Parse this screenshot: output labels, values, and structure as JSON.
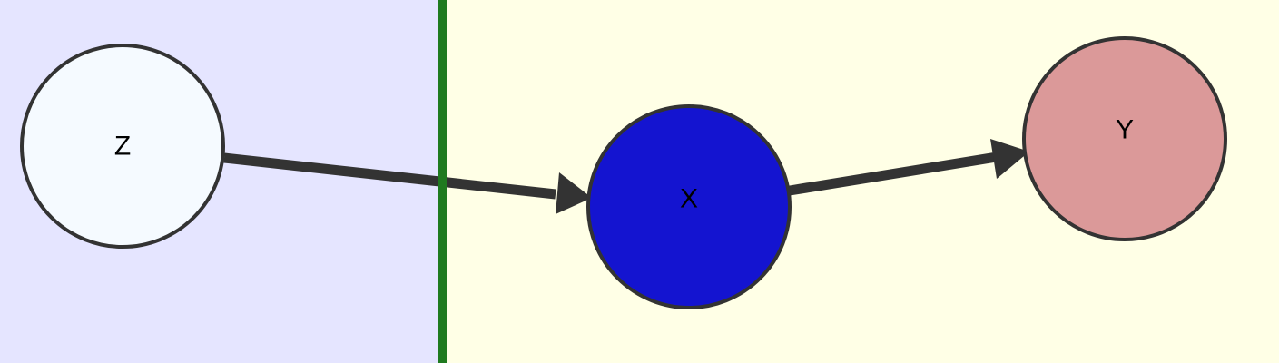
{
  "diagram": {
    "regions": {
      "left": {
        "color": "#e5e5ff"
      },
      "right": {
        "color": "#ffffe6"
      },
      "divider": {
        "color": "#1f7a1f"
      }
    },
    "edge_color": "#333333",
    "nodes": {
      "z": {
        "label": "Z",
        "fill": "#f5faff"
      },
      "x": {
        "label": "X",
        "fill": "#1414d0"
      },
      "y": {
        "label": "Y",
        "fill": "#db9999"
      }
    },
    "edges": [
      {
        "from": "Z",
        "to": "X"
      },
      {
        "from": "X",
        "to": "Y"
      }
    ]
  }
}
